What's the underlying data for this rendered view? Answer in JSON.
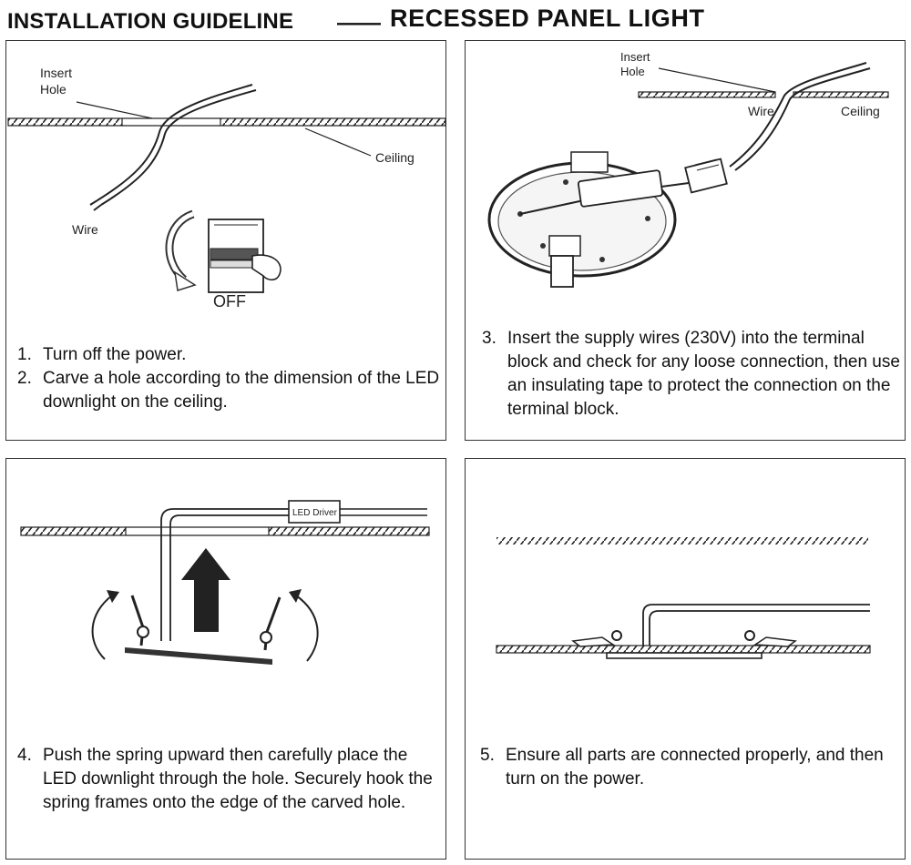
{
  "header": {
    "title_left": "INSTALLATION GUIDELINE",
    "separator": "——",
    "title_right": "RECESSED PANEL LIGHT"
  },
  "panel1": {
    "labels": {
      "insert": "Insert",
      "hole": "Hole",
      "ceiling": "Ceiling",
      "wire": "Wire",
      "off": "OFF"
    },
    "steps": [
      {
        "number": "1.",
        "text": "Turn off the power."
      },
      {
        "number": "2.",
        "text": "Carve a hole according to the dimension of the LED downlight on the ceiling."
      }
    ]
  },
  "panel2": {
    "labels": {
      "insert": "Insert",
      "hole": "Hole",
      "wire": "Wire",
      "ceiling": "Ceiling"
    },
    "steps": [
      {
        "number": "3.",
        "text": "Insert the supply wires (230V) into the terminal block and check for any  loose connection, then use an insulating tape to protect the connection on the terminal block."
      }
    ]
  },
  "panel3": {
    "labels": {
      "driver": "LED Driver"
    },
    "steps": [
      {
        "number": "4.",
        "text": "Push the spring upward then carefully place the LED downlight through the hole. Securely hook the spring frames onto the edge of the carved hole."
      }
    ]
  },
  "panel4": {
    "steps": [
      {
        "number": "5.",
        "text": "Ensure all parts are connected properly, and then turn on the power."
      }
    ]
  },
  "icons": [
    "off-switch-icon",
    "hand-icon",
    "rotate-arrow-icon",
    "up-arrow-icon",
    "spring-clip-icon",
    "led-panel-icon",
    "terminal-block-icon",
    "driver-box-icon"
  ]
}
